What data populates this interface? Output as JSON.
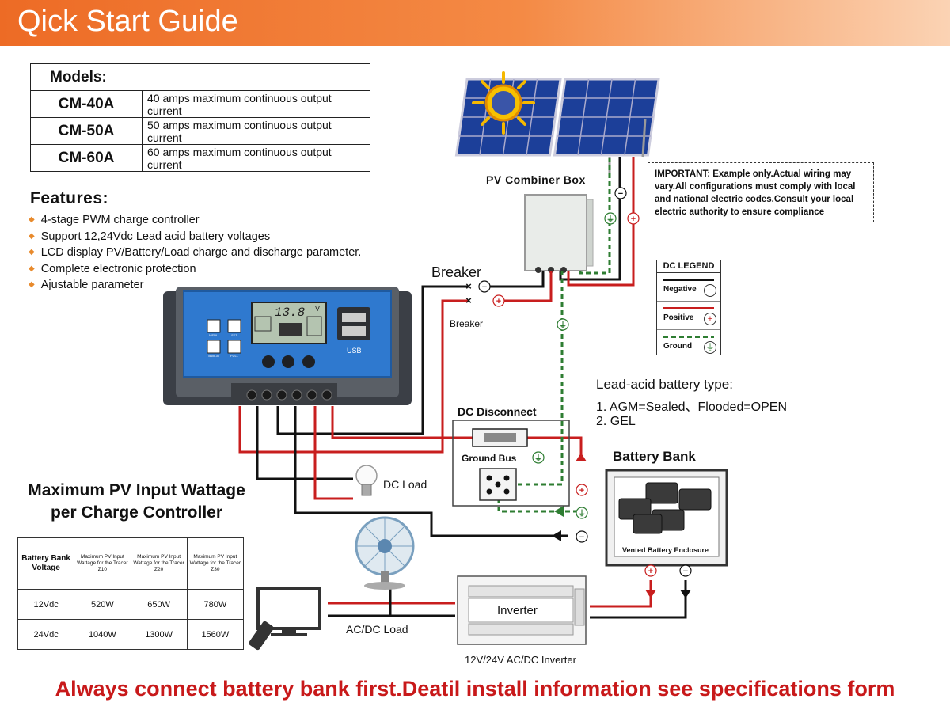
{
  "header": {
    "title": "Qick Start Guide"
  },
  "models": {
    "heading": "Models:",
    "rows": [
      {
        "model": "CM-40A",
        "desc": "40 amps maximum continuous output current"
      },
      {
        "model": "CM-50A",
        "desc": "50 amps maximum continuous output current"
      },
      {
        "model": "CM-60A",
        "desc": "60 amps maximum continuous output current"
      }
    ]
  },
  "features": {
    "title": "Features:",
    "items": [
      "4-stage PWM charge controller",
      "Support 12,24Vdc Lead acid battery voltages",
      "LCD display PV/Battery/Load charge and discharge parameter.",
      "Complete electronic protection",
      "Ajustable parameter"
    ]
  },
  "controller": {
    "lcd_value": "13.8",
    "lcd_unit": "V",
    "usb_label": "USB",
    "btn_labels": [
      "MENU",
      "SET",
      "Build-in",
      "FULL"
    ]
  },
  "labels": {
    "pv_combiner": "PV Combiner Box",
    "breaker_top": "Breaker",
    "breaker_small": "Breaker",
    "dc_disconnect": "DC Disconnect",
    "ground_bus": "Ground Bus",
    "dc_load": "DC Load",
    "battery_bank": "Battery Bank",
    "vented_enclosure": "Vented Battery Enclosure",
    "inverter": "Inverter",
    "inverter_caption": "12V/24V AC/DC Inverter",
    "ac_dc_load": "AC/DC Load"
  },
  "symbols": {
    "negative": "−",
    "positive": "+",
    "ground": "⏚",
    "cross": "×"
  },
  "important_note": "IMPORTANT: Example only.Actual wiring may vary.All configurations must comply with local and national electric codes.Consult your local electric authority to ensure compliance",
  "legend": {
    "title": "DC LEGEND",
    "items": [
      {
        "label": "Negative",
        "symbol": "−",
        "color": "#111111"
      },
      {
        "label": "Positive",
        "symbol": "+",
        "color": "#c81e1e"
      },
      {
        "label": "Ground",
        "symbol": "⏚",
        "color": "#2e7d32"
      }
    ]
  },
  "battery_type": {
    "title": "Lead-acid battery type:",
    "line1": "1. AGM=Sealed、Flooded=OPEN",
    "line2": "2. GEL"
  },
  "wattage": {
    "title_line1": "Maximum PV Input Wattage",
    "title_line2": "per Charge Controller",
    "headers": [
      "Battery Bank Voltage",
      "Maximum PV Input Wattage for the Tracer Z10",
      "Maximum PV Input Wattage for the Tracer Z20",
      "Maximum PV Input Wattage for the Tracer Z30"
    ],
    "rows": [
      [
        "12Vdc",
        "520W",
        "650W",
        "780W"
      ],
      [
        "24Vdc",
        "1040W",
        "1300W",
        "1560W"
      ]
    ]
  },
  "footer": "Always connect battery bank first.Deatil install information see specifications form",
  "colors": {
    "accent": "#ed6b25",
    "positive": "#c81e1e",
    "negative": "#111111",
    "ground": "#2e7d32"
  }
}
